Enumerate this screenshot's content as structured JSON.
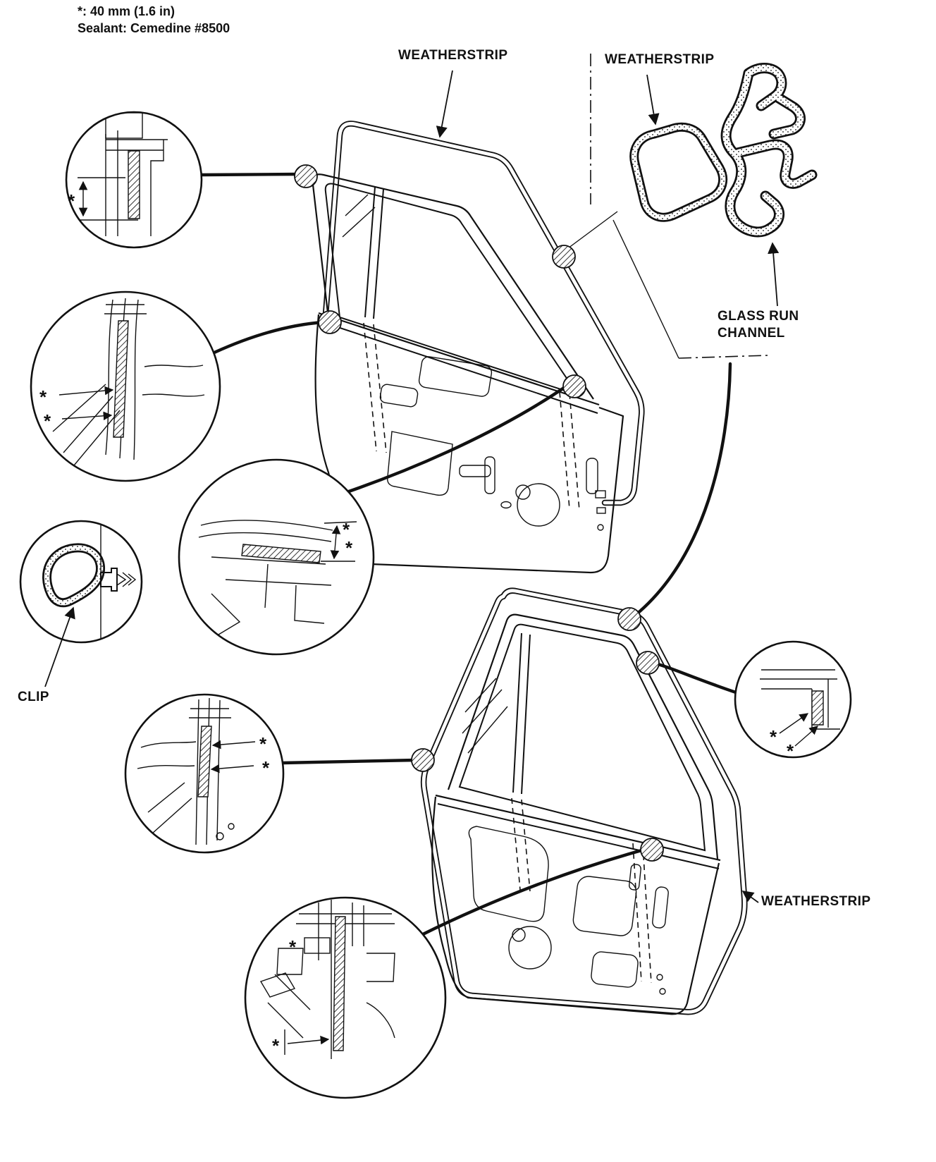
{
  "notes": {
    "line1": "*: 40 mm (1.6 in)",
    "line2": "Sealant: Cemedine #8500"
  },
  "labels": {
    "weatherstrip": "WEATHERSTRIP",
    "glass_run_channel": [
      "GLASS RUN",
      "CHANNEL"
    ],
    "clip": "CLIP",
    "dimension_marker": "*"
  },
  "colors": {
    "ink": "#111111",
    "paper": "#ffffff"
  }
}
